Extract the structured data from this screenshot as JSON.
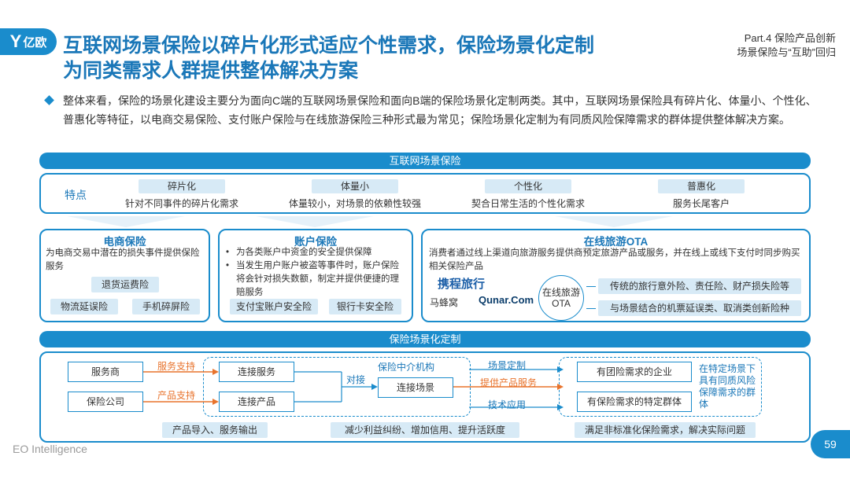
{
  "header": {
    "logo_text": "亿欧",
    "title_line1": "互联网场景保险以碎片化形式适应个性需求，保险场景化定制",
    "title_line2": "为同类需求人群提供整体解决方案",
    "part_line1": "Part.4 保险产品创新",
    "part_line2": "场景保险与“互助”回归"
  },
  "intro": "整体来看，保险的场景化建设主要分为面向C端的互联网场景保险和面向B端的保险场景化定制两类。其中，互联网场景保险具有碎片化、体量小、个性化、普惠化等特征，以电商交易保险、支付账户保险与在线旅游保险三种形式最为常见；保险场景化定制为有同质风险保障需求的群体提供整体解决方案。",
  "section1": {
    "bar": "互联网场景保险",
    "features_label": "特点",
    "features": [
      {
        "tag": "碎片化",
        "desc": "针对不同事件的碎片化需求"
      },
      {
        "tag": "体量小",
        "desc": "体量较小，对场景的依赖性较强"
      },
      {
        "tag": "个性化",
        "desc": "契合日常生活的个性化需求"
      },
      {
        "tag": "普惠化",
        "desc": "服务长尾客户"
      }
    ],
    "ecommerce": {
      "title": "电商保险",
      "desc": "为电商交易中潜在的损失事件提供保险服务",
      "items": [
        "退货运费险",
        "物流延误险",
        "手机碎屏险"
      ]
    },
    "account": {
      "title": "账户保险",
      "bullets": [
        "为各类账户中资金的安全提供保障",
        "当发生用户账户被盗等事件时，账户保险将会针对损失数额，制定并提供便捷的理赔服务"
      ],
      "items": [
        "支付宝账户安全险",
        "银行卡安全险"
      ]
    },
    "ota": {
      "title": "在线旅游OTA",
      "desc": "消费者通过线上渠道向旅游服务提供商预定旅游产品或服务，并在线上或线下支付时同步购买相关保险产品",
      "logo_ctrip": "携程旅行",
      "logo_mafengwo": "马蜂窝",
      "logo_qunar": "Qunar.Com",
      "circle": "在线旅游OTA",
      "items": [
        "传统的旅行意外险、责任险、财产损失险等",
        "与场景结合的机票延误类、取消类创新险种"
      ]
    }
  },
  "section2": {
    "bar": "保险场景化定制",
    "left_nodes": [
      "服务商",
      "保险公司"
    ],
    "left_arrows": [
      "服务支持",
      "产品支持"
    ],
    "mid_nodes": [
      "连接服务",
      "连接产品"
    ],
    "connect_label": "对接",
    "agency_label": "保险中介机构",
    "center_node": "连接场景",
    "right_arrows": [
      "场景定制",
      "提供产品服务",
      "技术应用"
    ],
    "right_nodes": [
      "有团险需求的企业",
      "有保险需求的特定群体"
    ],
    "right_note": "在特定场景下具有同质风险保障需求的群体",
    "bottom_labels": [
      "产品导入、服务输出",
      "减少利益纠纷、增加信用、提升活跃度",
      "满足非标准化保险需求，解决实际问题"
    ]
  },
  "footer": {
    "brand": "EO Intelligence",
    "page": "59"
  },
  "colors": {
    "primary": "#1a8ccc",
    "title": "#1a77b8",
    "pill": "#d7eaf6",
    "orange": "#e8732c"
  }
}
